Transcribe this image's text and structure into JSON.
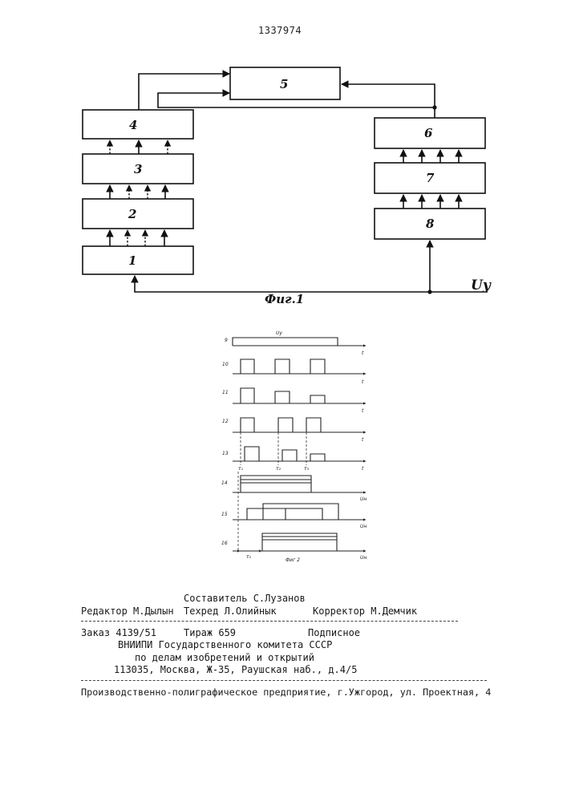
{
  "document": {
    "patent_number": "1337974"
  },
  "figure1": {
    "blocks": [
      {
        "id": "1",
        "label": "1"
      },
      {
        "id": "2",
        "label": "2"
      },
      {
        "id": "3",
        "label": "3"
      },
      {
        "id": "4",
        "label": "4"
      },
      {
        "id": "5",
        "label": "5"
      },
      {
        "id": "6",
        "label": "6"
      },
      {
        "id": "7",
        "label": "7"
      },
      {
        "id": "8",
        "label": "8"
      }
    ],
    "input_label": "Uу",
    "caption": "Фиг.1"
  },
  "figure2": {
    "rows": [
      {
        "label": "9",
        "axis": "t",
        "signal_label": "Uу"
      },
      {
        "label": "10",
        "axis": "t"
      },
      {
        "label": "11",
        "axis": "t"
      },
      {
        "label": "12",
        "axis": "t"
      },
      {
        "label": "13",
        "axis": "t"
      },
      {
        "label": "14",
        "axis": "Uн"
      },
      {
        "label": "15",
        "axis": "Uн"
      },
      {
        "label": "16",
        "axis": "Uн"
      }
    ],
    "tau_labels": [
      "τ₁",
      "τ₂",
      "τ₃",
      "τ₀"
    ],
    "caption": "Фиг 2"
  },
  "colophon": {
    "compiler": "Составитель С.Лузанов",
    "editor": "Редактор М.Дылын",
    "techred": "Техред Л.Олийнык",
    "corrector": "Корректор М.Демчик",
    "order": "Заказ 4139/51",
    "circulation": "Тираж 659",
    "subscription": "Подписное",
    "org_line1": "ВНИИПИ Государственного комитета СССР",
    "org_line2": "по делам изобретений и открытий",
    "address": "113035, Москва, Ж-35, Раушская наб., д.4/5",
    "printer": "Производственно-полиграфическое предприятие, г.Ужгород, ул. Проектная, 4"
  }
}
